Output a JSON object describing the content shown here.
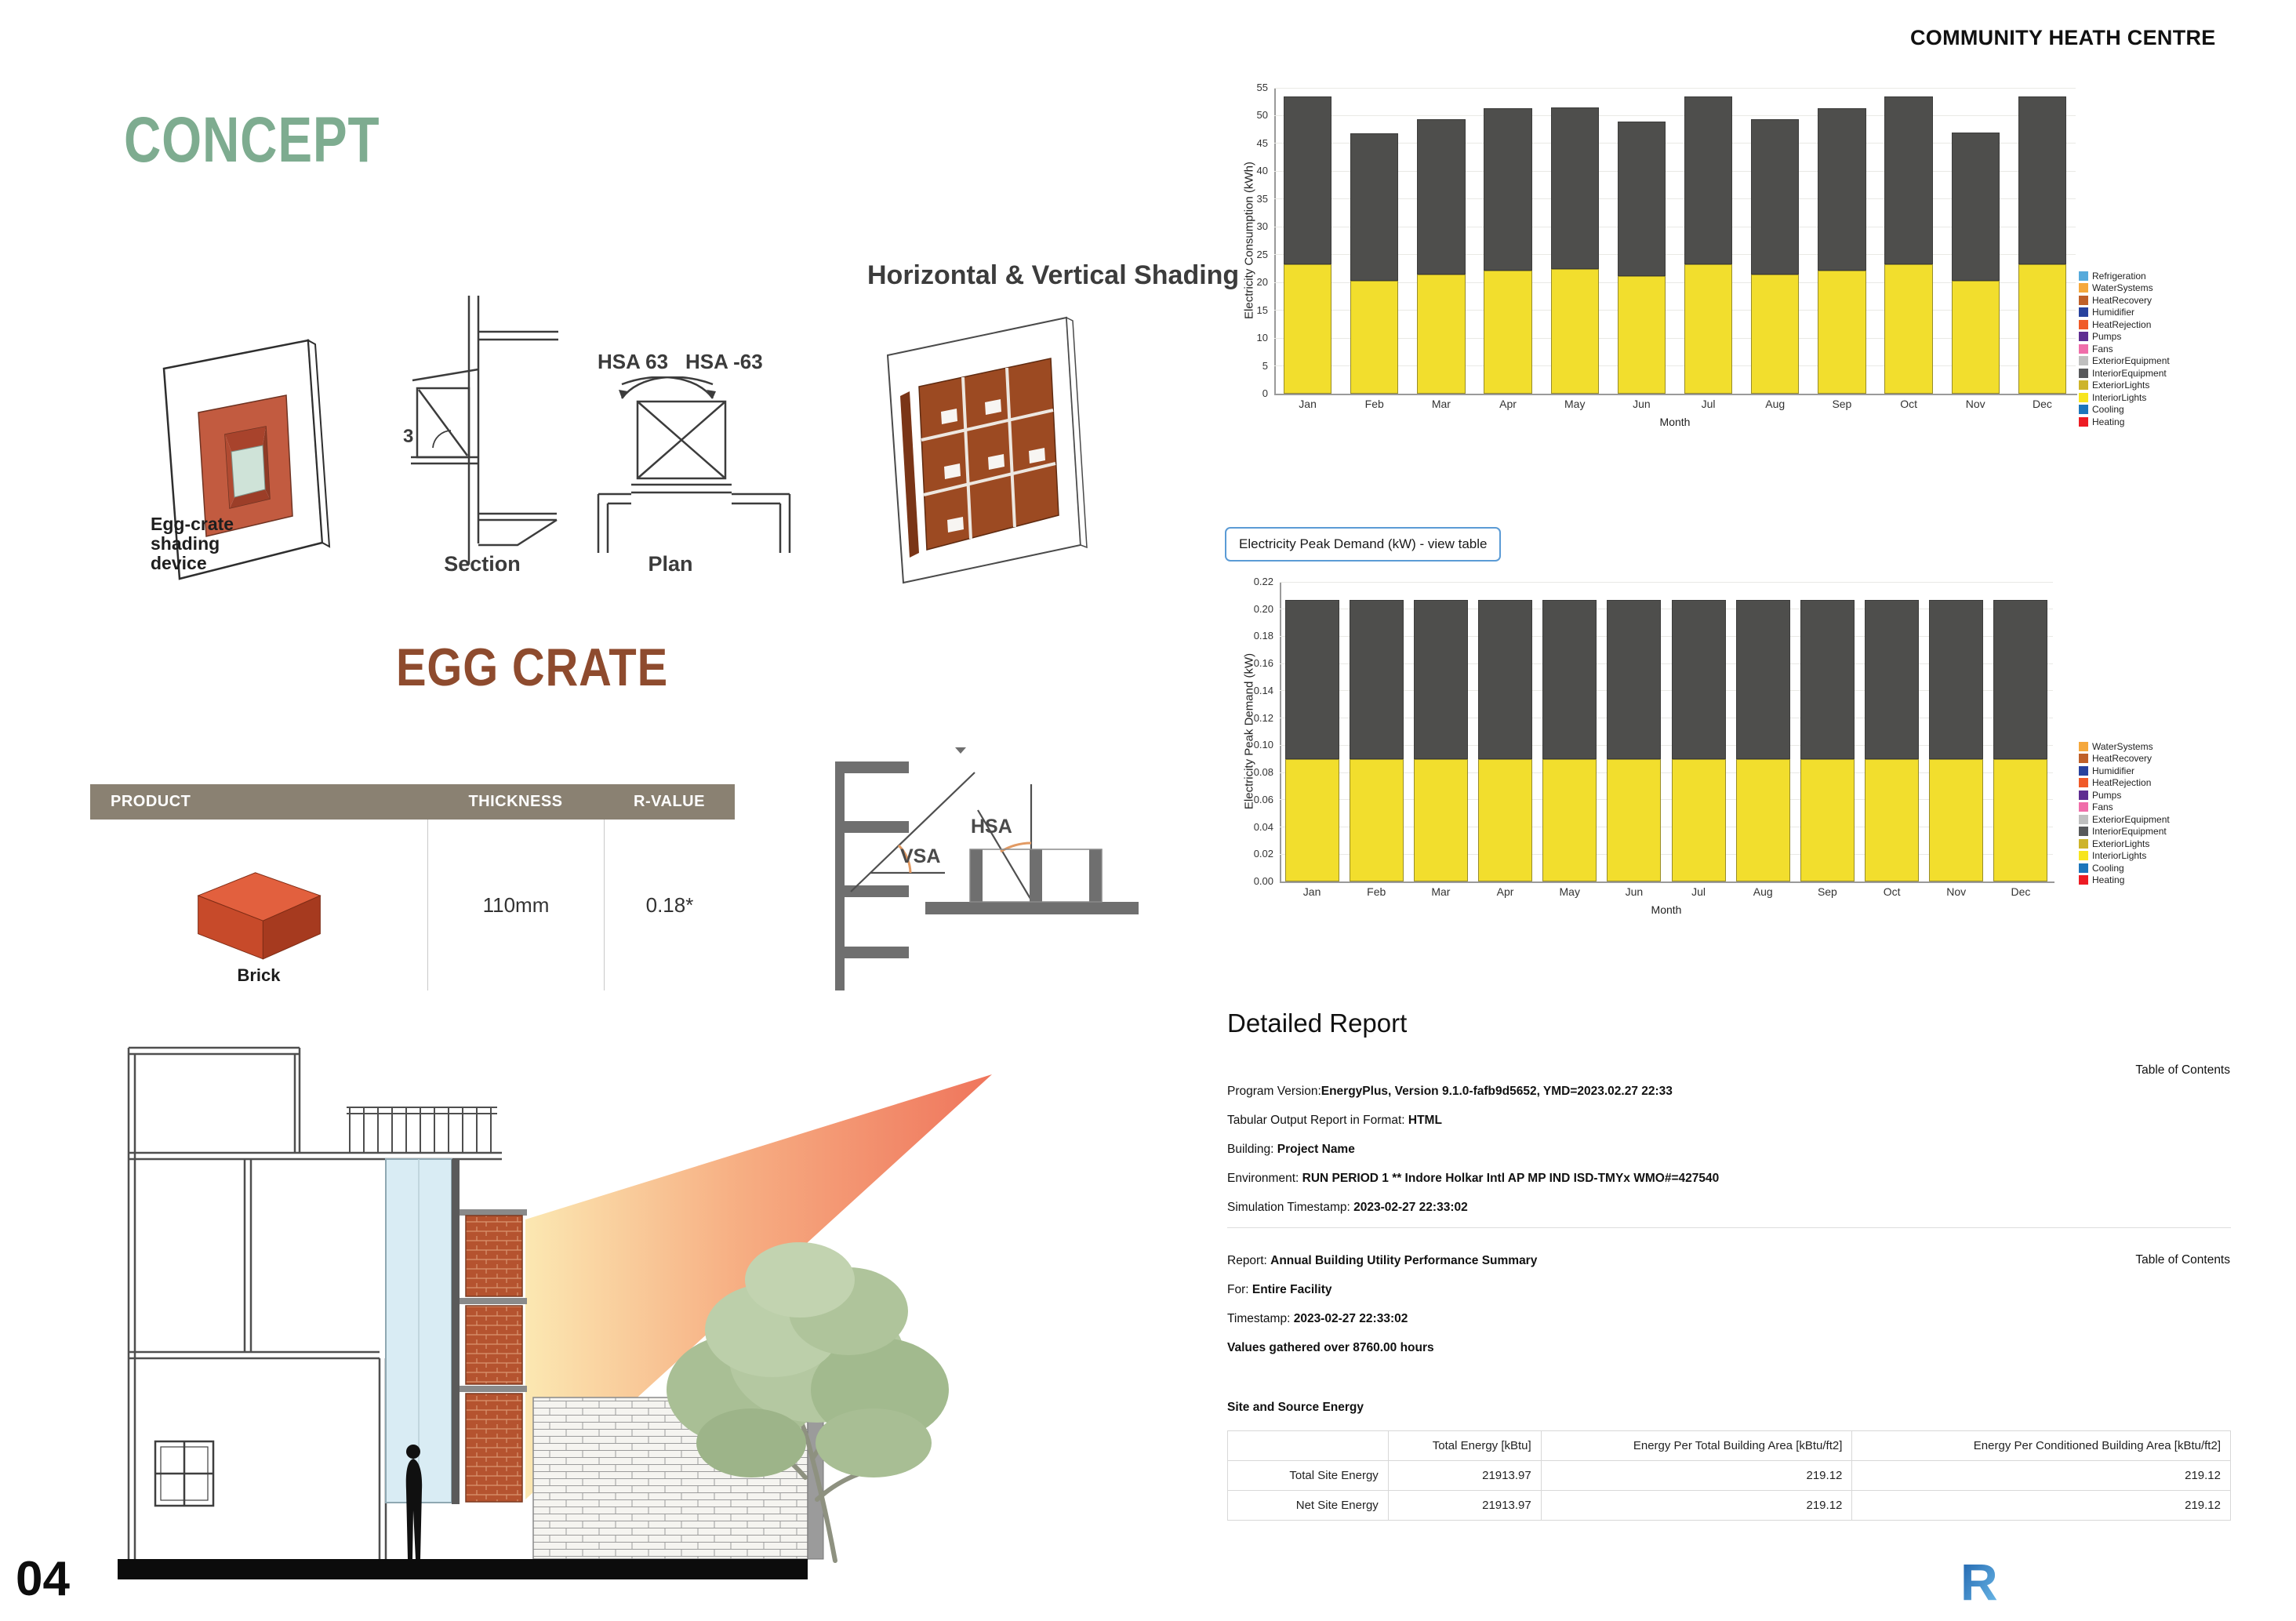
{
  "header": {
    "title": "COMMUNITY HEATH CENTRE"
  },
  "concept": {
    "title": "CONCEPT",
    "subtitle": "EGG CRATE",
    "shading_heading": "Horizontal & Vertical Shading"
  },
  "diagram_labels": {
    "egg_crate_device_lines": [
      "Egg-crate",
      "shading",
      "device"
    ],
    "section": "Section",
    "plan": "Plan",
    "hsa_63": "HSA 63",
    "hsa_minus_63": "HSA -63",
    "vsa": "VSA",
    "hsa": "HSA",
    "section_angle_fragment": "3"
  },
  "product_table": {
    "headers": [
      "PRODUCT",
      "THICKNESS",
      "R-VALUE"
    ],
    "rows": [
      {
        "product": "Brick",
        "thickness": "110mm",
        "r_value": "0.18*"
      }
    ]
  },
  "peak_demand_button": {
    "label": "Electricity Peak Demand (kW) - view table"
  },
  "chart_data": [
    {
      "name": "electricity-consumption",
      "type": "bar",
      "stacked": true,
      "categories": [
        "Jan",
        "Feb",
        "Mar",
        "Apr",
        "May",
        "Jun",
        "Jul",
        "Aug",
        "Sep",
        "Oct",
        "Nov",
        "Dec"
      ],
      "series": [
        {
          "name": "InteriorLights",
          "color": "#F2DE2D",
          "values": [
            23.2,
            20.3,
            21.4,
            22.2,
            22.4,
            21.2,
            23.2,
            21.4,
            22.2,
            23.2,
            20.3,
            23.2
          ]
        },
        {
          "name": "InteriorEquipment",
          "color": "#4E4E4C",
          "values": [
            30.3,
            26.5,
            27.9,
            29.1,
            29.1,
            27.8,
            30.3,
            27.9,
            29.1,
            30.3,
            26.7,
            30.3
          ]
        }
      ],
      "xlabel": "Month",
      "ylabel": "Electricity Consumption (kWh)",
      "ylim": [
        0,
        55
      ],
      "ytick_step": 5,
      "ytick_decimals": 0,
      "grid": true,
      "legend_position": "right",
      "legend": [
        {
          "label": "Refrigeration",
          "color": "#56AADB"
        },
        {
          "label": "WaterSystems",
          "color": "#F5A83C"
        },
        {
          "label": "HeatRecovery",
          "color": "#BF6029"
        },
        {
          "label": "Humidifier",
          "color": "#28429E"
        },
        {
          "label": "HeatRejection",
          "color": "#F05A28"
        },
        {
          "label": "Pumps",
          "color": "#5F2D91"
        },
        {
          "label": "Fans",
          "color": "#F06EAA"
        },
        {
          "label": "ExteriorEquipment",
          "color": "#BFBFBF"
        },
        {
          "label": "InteriorEquipment",
          "color": "#58595B"
        },
        {
          "label": "ExteriorLights",
          "color": "#CDB42A"
        },
        {
          "label": "InteriorLights",
          "color": "#F7E51E"
        },
        {
          "label": "Cooling",
          "color": "#1D76BB"
        },
        {
          "label": "Heating",
          "color": "#ED1C24"
        }
      ]
    },
    {
      "name": "electricity-peak-demand",
      "type": "bar",
      "stacked": true,
      "categories": [
        "Jan",
        "Feb",
        "Mar",
        "Apr",
        "May",
        "Jun",
        "Jul",
        "Aug",
        "Sep",
        "Oct",
        "Nov",
        "Dec"
      ],
      "series": [
        {
          "name": "InteriorLights",
          "color": "#F2DE2D",
          "values": [
            0.09,
            0.09,
            0.09,
            0.09,
            0.09,
            0.09,
            0.09,
            0.09,
            0.09,
            0.09,
            0.09,
            0.09
          ]
        },
        {
          "name": "InteriorEquipment",
          "color": "#4E4E4C",
          "values": [
            0.117,
            0.117,
            0.117,
            0.117,
            0.117,
            0.117,
            0.117,
            0.117,
            0.117,
            0.117,
            0.117,
            0.117
          ]
        }
      ],
      "xlabel": "Month",
      "ylabel": "Electricity Peak Demand (kW)",
      "ylim": [
        0,
        0.22
      ],
      "ytick_step": 0.02,
      "ytick_decimals": 2,
      "grid": true,
      "legend_position": "right",
      "legend": [
        {
          "label": "WaterSystems",
          "color": "#F5A83C"
        },
        {
          "label": "HeatRecovery",
          "color": "#BF6029"
        },
        {
          "label": "Humidifier",
          "color": "#28429E"
        },
        {
          "label": "HeatRejection",
          "color": "#F05A28"
        },
        {
          "label": "Pumps",
          "color": "#5F2D91"
        },
        {
          "label": "Fans",
          "color": "#F06EAA"
        },
        {
          "label": "ExteriorEquipment",
          "color": "#BFBFBF"
        },
        {
          "label": "InteriorEquipment",
          "color": "#58595B"
        },
        {
          "label": "ExteriorLights",
          "color": "#CDB42A"
        },
        {
          "label": "InteriorLights",
          "color": "#F7E51E"
        },
        {
          "label": "Cooling",
          "color": "#1D76BB"
        },
        {
          "label": "Heating",
          "color": "#ED1C24"
        }
      ]
    }
  ],
  "report": {
    "heading": "Detailed Report",
    "toc_label": "Table of Contents",
    "meta_lines": [
      {
        "prefix": "Program Version:",
        "bold": "EnergyPlus, Version 9.1.0-fafb9d5652, YMD=2023.02.27 22:33"
      },
      {
        "prefix": "Tabular Output Report in Format: ",
        "bold": "HTML"
      },
      {
        "prefix": "Building: ",
        "bold": "Project Name"
      },
      {
        "prefix": "Environment: ",
        "bold": "RUN PERIOD 1 ** Indore Holkar Intl AP MP IND ISD-TMYx WMO#=427540"
      },
      {
        "prefix": "Simulation Timestamp: ",
        "bold": "2023-02-27 22:33:02"
      }
    ],
    "summary_lines": [
      {
        "prefix": "Report: ",
        "bold": "Annual Building Utility Performance Summary"
      },
      {
        "prefix": "For: ",
        "bold": "Entire Facility"
      },
      {
        "prefix": "Timestamp: ",
        "bold": "2023-02-27 22:33:02"
      },
      {
        "prefix": "",
        "bold": "Values gathered over 8760.00 hours"
      }
    ]
  },
  "site_energy_table": {
    "title": "Site and Source Energy",
    "headers": [
      "",
      "Total Energy [kBtu]",
      "Energy Per Total Building Area [kBtu/ft2]",
      "Energy Per Conditioned Building Area [kBtu/ft2]"
    ],
    "rows": [
      [
        "Total Site Energy",
        "21913.97",
        "219.12",
        "219.12"
      ],
      [
        "Net Site Energy",
        "21913.97",
        "219.12",
        "219.12"
      ]
    ]
  },
  "footer": {
    "page_number": "04",
    "revit_logo_letter": "R"
  },
  "colors": {
    "concept_green": "#7EAC90",
    "egg_crate_brown": "#8E4B2E",
    "table_header": "#8A8172",
    "terracotta": "#C25B40",
    "button_border": "#5B9BD5",
    "chart_yellow": "#F2DE2D",
    "chart_dark": "#4E4E4C"
  }
}
